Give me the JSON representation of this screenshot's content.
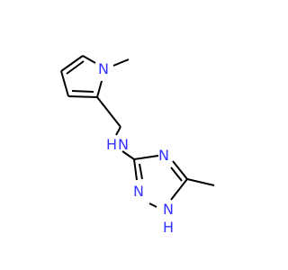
{
  "colors": {
    "background": "#ffffff",
    "bond": "#000000",
    "heteroatom": "#3333ff"
  },
  "atoms": {
    "pyrrole_n": "N",
    "amine_n": "N",
    "amine_h": "H",
    "triazole_n4": "N",
    "triazole_n2": "N",
    "triazole_n1": "N",
    "triazole_h": "H"
  }
}
